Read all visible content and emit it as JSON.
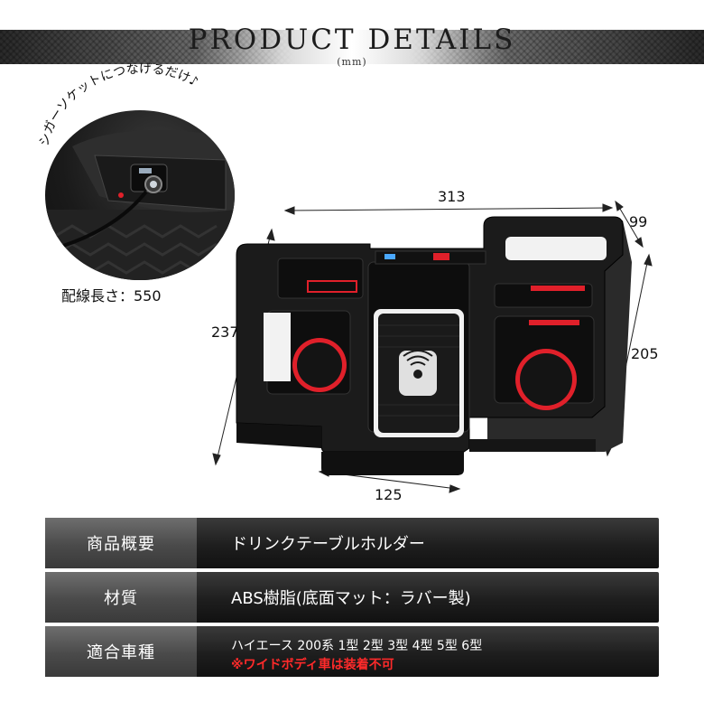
{
  "header": {
    "title": "PRODUCT DETAILS",
    "unit": "(mm)"
  },
  "inset": {
    "arc_caption": "シガーソケットにつなげるだけ♪",
    "cable_length": "配線長さ：550"
  },
  "dimensions": {
    "width_top": "313",
    "depth_right": "99",
    "height_left": "237",
    "height_right": "205",
    "width_bottom": "125"
  },
  "specs": [
    {
      "label": "商品概要",
      "value": "ドリンクテーブルホルダー"
    },
    {
      "label": "材質",
      "value": "ABS樹脂(底面マット：ラバー製)"
    },
    {
      "label": "適合車種",
      "value": "ハイエース 200系 1型 2型 3型 4型 5型 6型",
      "note": "※ワイドボディ車は装着不可"
    }
  ],
  "colors": {
    "accent_red": "#e0202a",
    "dark": "#1a1a1a",
    "note_red": "#ff2a2a"
  }
}
